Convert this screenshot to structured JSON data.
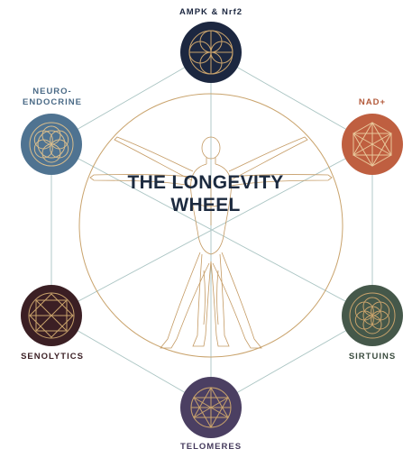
{
  "title": {
    "line1": "THE LONGEVITY",
    "line2": "WHEEL"
  },
  "nodes": [
    {
      "id": "ampk",
      "label": "AMPK & Nrf2",
      "color": "#1c2740",
      "label_color": "#1c2740",
      "icon": "seed-of-life-circle-icon"
    },
    {
      "id": "nad",
      "label": "NAD+",
      "color": "#bf5f40",
      "label_color": "#b35a3b",
      "icon": "star-tetrahedron-icon"
    },
    {
      "id": "sirtuins",
      "label": "SIRTUINS",
      "color": "#45584a",
      "label_color": "#3a4b3e",
      "icon": "flower-of-life-icon"
    },
    {
      "id": "telomeres",
      "label": "TELOMERES",
      "color": "#4b3f62",
      "label_color": "#453a5c",
      "icon": "star-lattice-icon"
    },
    {
      "id": "senolytics",
      "label": "SENOLYTICS",
      "color": "#3b1f24",
      "label_color": "#3b1f24",
      "icon": "octahedron-icon"
    },
    {
      "id": "neuro",
      "label_line1": "NEURO-",
      "label_line2": "ENDOCRINE",
      "color": "#4f7391",
      "label_color": "#4a6a86",
      "icon": "overlapping-circles-icon"
    }
  ],
  "colors": {
    "gold": "#c9a36c",
    "connector": "#a9c4c2",
    "figure": "#c49a63"
  }
}
